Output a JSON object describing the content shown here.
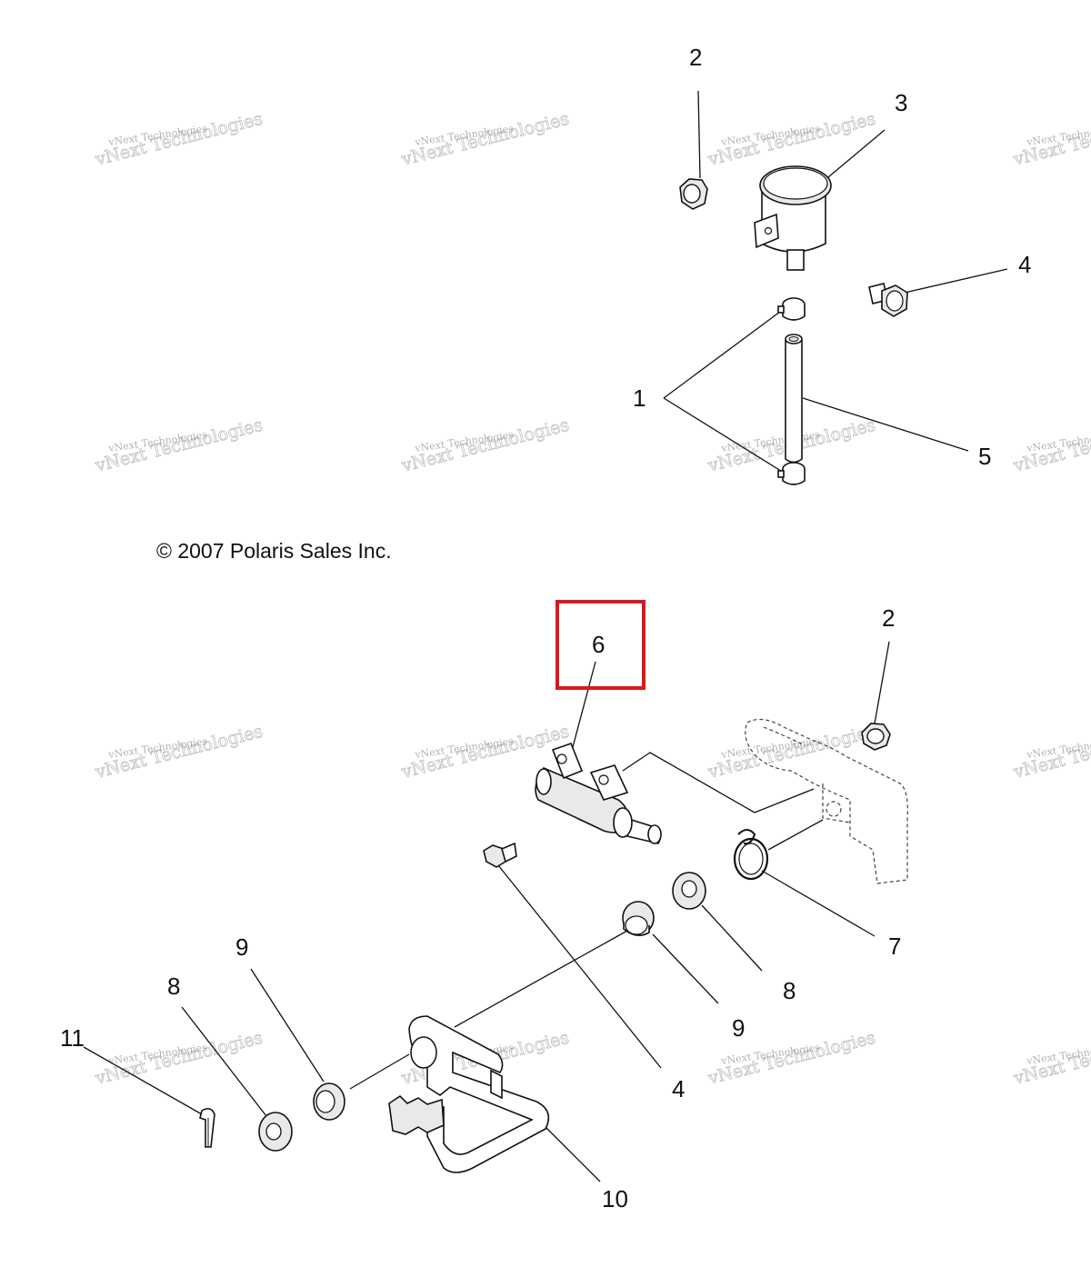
{
  "diagram": {
    "copyright": "© 2007 Polaris Sales Inc.",
    "watermark": {
      "line1": "vNext Technologies",
      "line2": "vNext Technologies"
    },
    "callouts": {
      "c1": "1",
      "c2_top": "2",
      "c3": "3",
      "c4_top": "4",
      "c5": "5",
      "c6": "6",
      "c2_bottom": "2",
      "c7": "7",
      "c8_right": "8",
      "c9_right": "9",
      "c4_bottom": "4",
      "c9_left": "9",
      "c8_left": "8",
      "c11": "11",
      "c10": "10"
    },
    "highlight_color": "#d7191c",
    "highlighted_callout": "6"
  }
}
